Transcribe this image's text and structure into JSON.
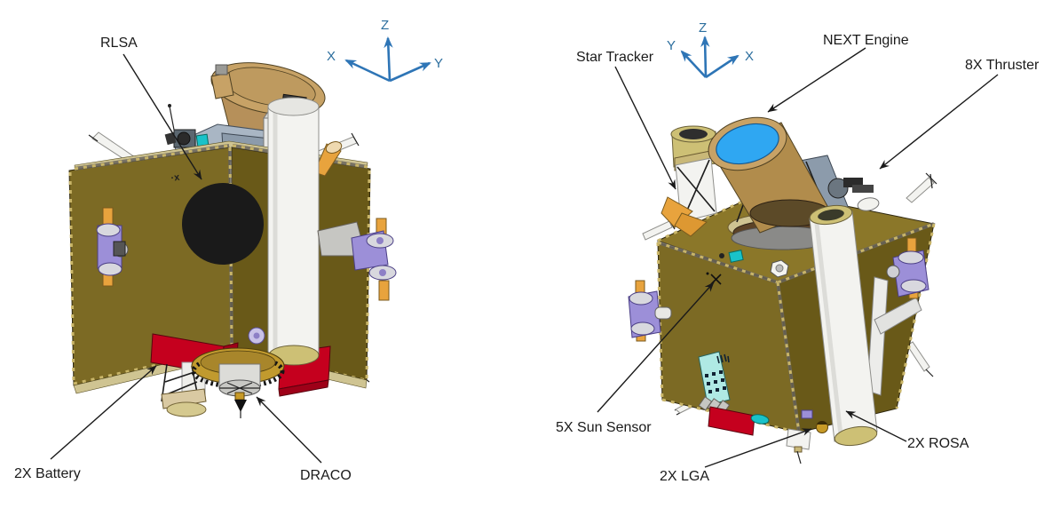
{
  "callouts": {
    "rlsa": "RLSA",
    "battery": "2X Battery",
    "draco": "DRACO",
    "star_tracker": "Star Tracker",
    "next_engine": "NEXT Engine",
    "thruster": "8X Thruster",
    "sun_sensor": "5X Sun Sensor",
    "lga": "2X LGA",
    "rosa": "2X ROSA"
  },
  "axis_triads": {
    "left_view": {
      "up": "Z",
      "upper_left": "X",
      "upper_right": "Y"
    },
    "right_view": {
      "up": "Z",
      "upper_left": "Y",
      "upper_right": "X"
    }
  },
  "surface_markers": {
    "left_view_face": "·x"
  },
  "colors": {
    "background": "#FFFFFF",
    "callout_text": "#1A1A1A",
    "callout_line": "#1A1A1A",
    "axis_arrow": "#2E75B6",
    "axis_text": "#2C6E9E",
    "body_olive_light": "#8B7729",
    "body_olive": "#7C6A24",
    "body_olive_dark": "#695918",
    "rlsa_disc_black": "#1A1A1A",
    "rosa_white": "#F3F3F0",
    "antenna_dish_tan": "#C7A266",
    "engine_disc_blue": "#2FA7F2",
    "battery_red": "#C5001E",
    "separation_ring_gold": "#C19A2E",
    "bracket_purple": "#9C8FD8",
    "cylinder_orange": "#E8A33D",
    "radiator_cyan": "#AFE9E4",
    "chip_teal": "#19C2C9"
  }
}
